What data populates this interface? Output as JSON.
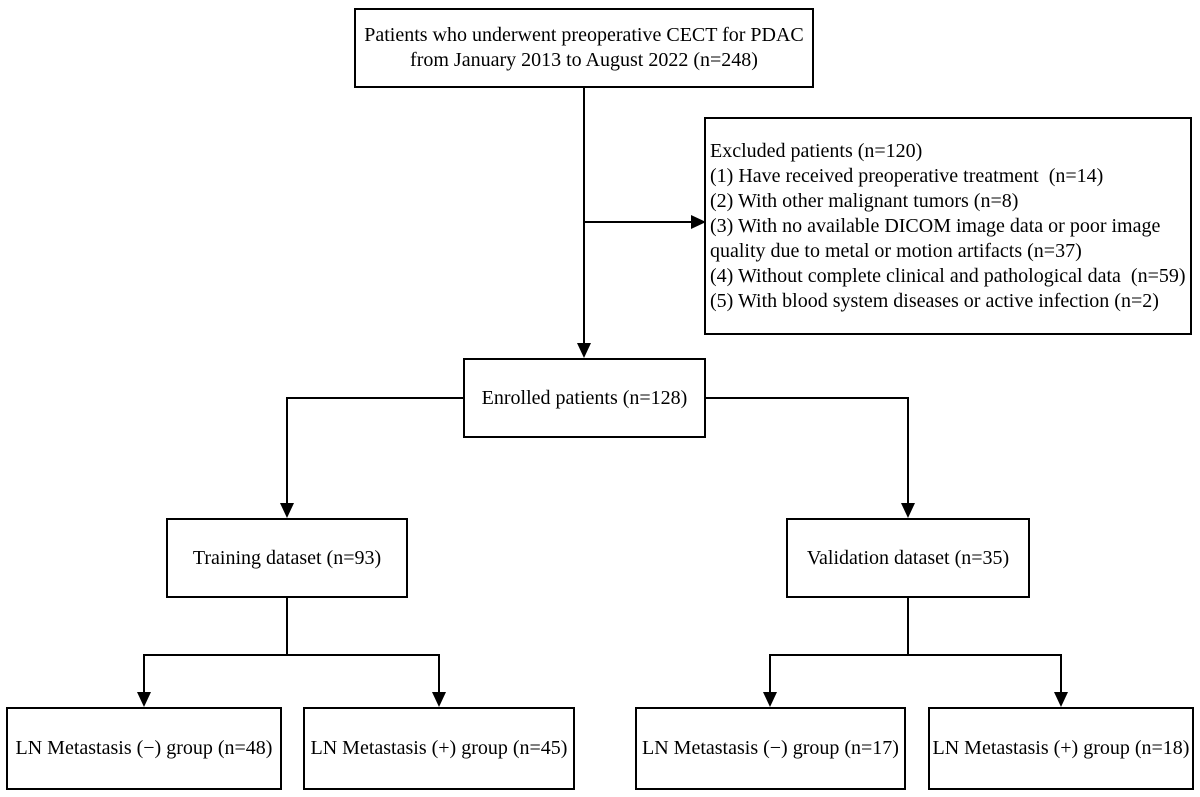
{
  "figure": {
    "type": "flowchart",
    "background_color": "#ffffff",
    "line_color": "#000000",
    "text_color": "#000000"
  },
  "flowchart": {
    "top": {
      "lines": [
        "Patients who underwent preoperative CECT for PDAC",
        "from January 2013 to August 2022 (n=248)"
      ]
    },
    "excluded": {
      "title": "Excluded patients (n=120)",
      "items": [
        "(1) Have received preoperative treatment  (n=14)",
        "(2) With other malignant tumors (n=8)",
        "(3) With no available DICOM image data or poor image quality due to metal or motion artifacts (n=37)",
        "(4) Without complete clinical and pathological data  (n=59)",
        "(5) With blood system diseases or active infection (n=2)"
      ]
    },
    "enrolled": {
      "label": "Enrolled patients (n=128)"
    },
    "training": {
      "label": "Training dataset (n=93)"
    },
    "validation": {
      "label": "Validation dataset (n=35)"
    },
    "training_groups": [
      {
        "label": "LN Metastasis (−) group (n=48)"
      },
      {
        "label": "LN Metastasis (+) group (n=45)"
      }
    ],
    "validation_groups": [
      {
        "label": "LN Metastasis (−) group (n=17)"
      },
      {
        "label": "LN Metastasis (+) group (n=18)"
      }
    ]
  }
}
